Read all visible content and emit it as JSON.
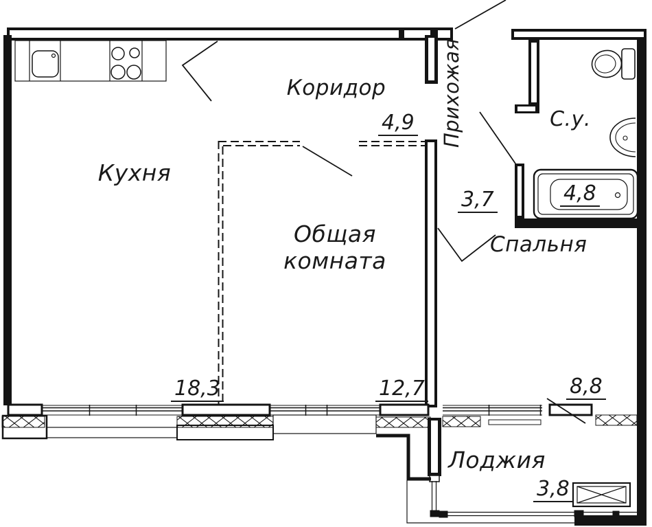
{
  "plan": {
    "background_color": "#ffffff",
    "line_color": "#141414",
    "rooms": {
      "kitchen": {
        "label": "Кухня",
        "area": "18,3"
      },
      "corridor": {
        "label": "Коридор",
        "area": "4,9"
      },
      "hallway": {
        "label": "Прихожая",
        "area": "3,7"
      },
      "bathroom": {
        "label": "С.у.",
        "area": "4,8"
      },
      "living_room": {
        "label_line1": "Общая",
        "label_line2": "комната",
        "area": "12,7"
      },
      "bedroom": {
        "label": "Спальня",
        "area": "8,8"
      },
      "loggia": {
        "label": "Лоджия",
        "area": "3,8"
      }
    },
    "fixtures": {
      "kitchen_sink": "kitchen-sink-icon",
      "stove": "stove-burners-icon",
      "toilet": "toilet-icon",
      "wash_basin": "wash-basin-icon",
      "bathtub": "bathtub-icon",
      "vent_shaft": "crossed-box-icon"
    }
  }
}
